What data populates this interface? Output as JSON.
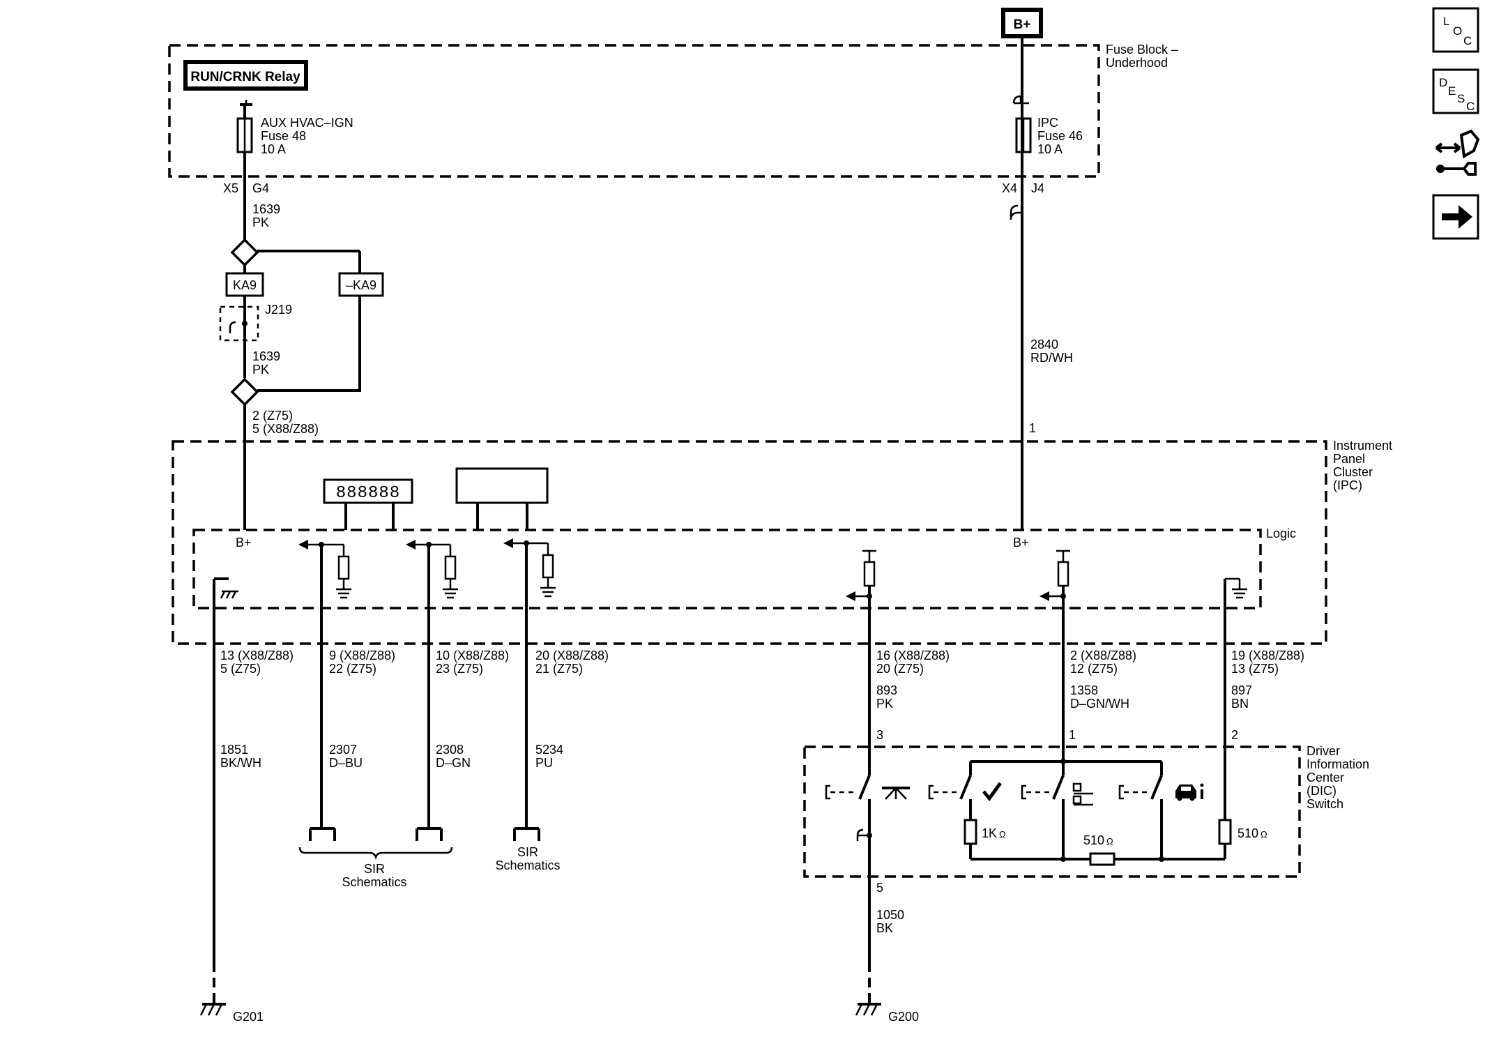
{
  "supply": {
    "bplus": "B+"
  },
  "fuse_block": {
    "title_line1": "Fuse Block –",
    "title_line2": "Underhood",
    "relay": "RUN/CRNK Relay",
    "fuse_left": {
      "line1": "AUX HVAC–IGN",
      "line2": "Fuse 48",
      "line3": "10 A",
      "conn": "X5",
      "pin": "G4"
    },
    "fuse_right": {
      "line1": "IPC",
      "line2": "Fuse 46",
      "line3": "10 A",
      "conn": "X4",
      "pin": "J4"
    }
  },
  "wires": {
    "w1639_top": {
      "circuit": "1639",
      "color": "PK"
    },
    "w1639_bot": {
      "circuit": "1639",
      "color": "PK"
    },
    "w2840": {
      "circuit": "2840",
      "color": "RD/WH"
    },
    "w1851": {
      "circuit": "1851",
      "color": "BK/WH"
    },
    "w2307": {
      "circuit": "2307",
      "color": "D–BU"
    },
    "w2308": {
      "circuit": "2308",
      "color": "D–GN"
    },
    "w5234": {
      "circuit": "5234",
      "color": "PU"
    },
    "w893": {
      "circuit": "893",
      "color": "PK"
    },
    "w1358": {
      "circuit": "1358",
      "color": "D–GN/WH"
    },
    "w897": {
      "circuit": "897",
      "color": "BN"
    },
    "w1050": {
      "circuit": "1050",
      "color": "BK"
    }
  },
  "options": {
    "ka9": "KA9",
    "not_ka9": "–KA9",
    "splice": "J219"
  },
  "ipc": {
    "title_line1": "Instrument",
    "title_line2": "Panel",
    "title_line3": "Cluster",
    "title_line4": "(IPC)",
    "logic": "Logic",
    "display_digits": "888888",
    "bplus_left": "B+",
    "bplus_right": "B+",
    "pin_right_top": "1",
    "pin_bplus_1": "2 (Z75)",
    "pin_bplus_2": "5 (X88/Z88)",
    "pins": {
      "p1851_1": "13 (X88/Z88)",
      "p1851_2": "5 (Z75)",
      "p2307_1": "9 (X88/Z88)",
      "p2307_2": "22 (Z75)",
      "p2308_1": "10 (X88/Z88)",
      "p2308_2": "23 (Z75)",
      "p5234_1": "20 (X88/Z88)",
      "p5234_2": "21 (Z75)",
      "p893_1": "16 (X88/Z88)",
      "p893_2": "20 (Z75)",
      "p1358_1": "2 (X88/Z88)",
      "p1358_2": "12 (Z75)",
      "p897_1": "19 (X88/Z88)",
      "p897_2": "13 (Z75)"
    }
  },
  "dic": {
    "title_line1": "Driver",
    "title_line2": "Information",
    "title_line3": "Center",
    "title_line4": "(DIC)",
    "title_line5": "Switch",
    "pin3": "3",
    "pin1": "1",
    "pin2": "2",
    "pin5": "5",
    "r1k": "1K",
    "r510_mid": "510",
    "r510_right": "510",
    "ohm": "Ω"
  },
  "refs": {
    "sir_left_line1": "SIR",
    "sir_left_line2": "Schematics",
    "sir_right_line1": "SIR",
    "sir_right_line2": "Schematics"
  },
  "grounds": {
    "g201": "G201",
    "g200": "G200"
  },
  "sidebar": {
    "loc": {
      "l": "L",
      "o": "O",
      "c": "C"
    },
    "desc": {
      "d": "D",
      "e": "E",
      "s": "S",
      "c": "C"
    }
  },
  "icons": {
    "loc": "location-icon",
    "desc": "description-icon",
    "connector": "connector-repair-icon",
    "next": "next-arrow-icon"
  }
}
